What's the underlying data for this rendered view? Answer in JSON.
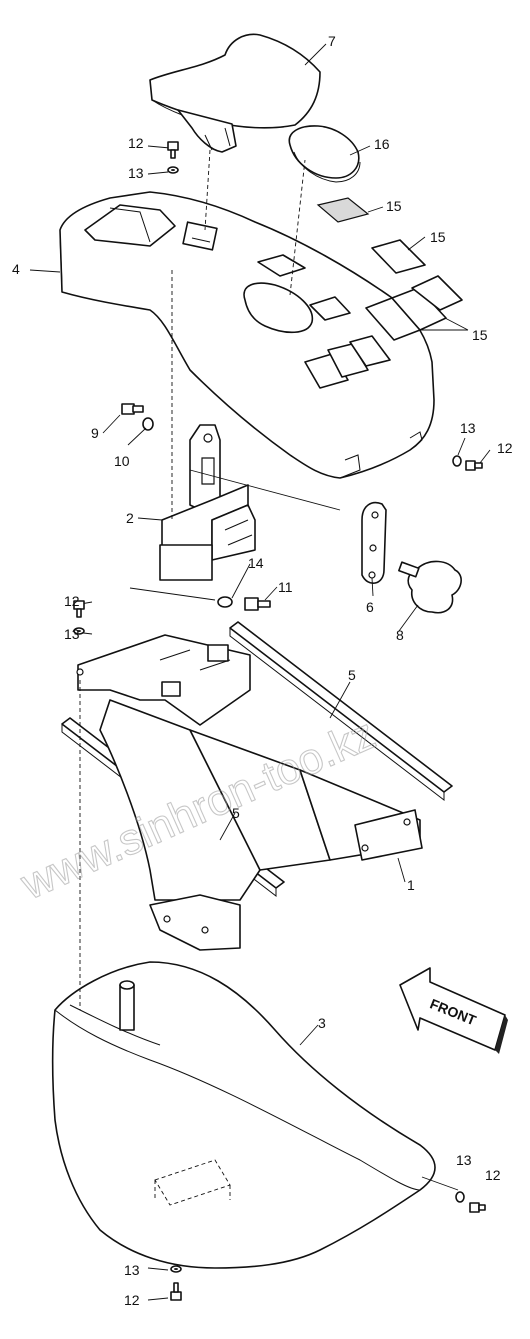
{
  "callouts": {
    "c7": "7",
    "c12a": "12",
    "c13a": "13",
    "c16": "16",
    "c15a": "15",
    "c4": "4",
    "c15b": "15",
    "c15c": "15",
    "c9": "9",
    "c10": "10",
    "c13b": "13",
    "c12b": "12",
    "c2": "2",
    "c14": "14",
    "c11": "11",
    "c6": "6",
    "c8": "8",
    "c12c": "12",
    "c13c": "13",
    "c5a": "5",
    "c5b": "5",
    "c1": "1",
    "c3": "3",
    "c13d": "13",
    "c12d": "12",
    "c13e": "13",
    "c12e": "12"
  },
  "front_arrow": {
    "label": "FRONT"
  },
  "watermark": "www.sinhron-too.kz"
}
